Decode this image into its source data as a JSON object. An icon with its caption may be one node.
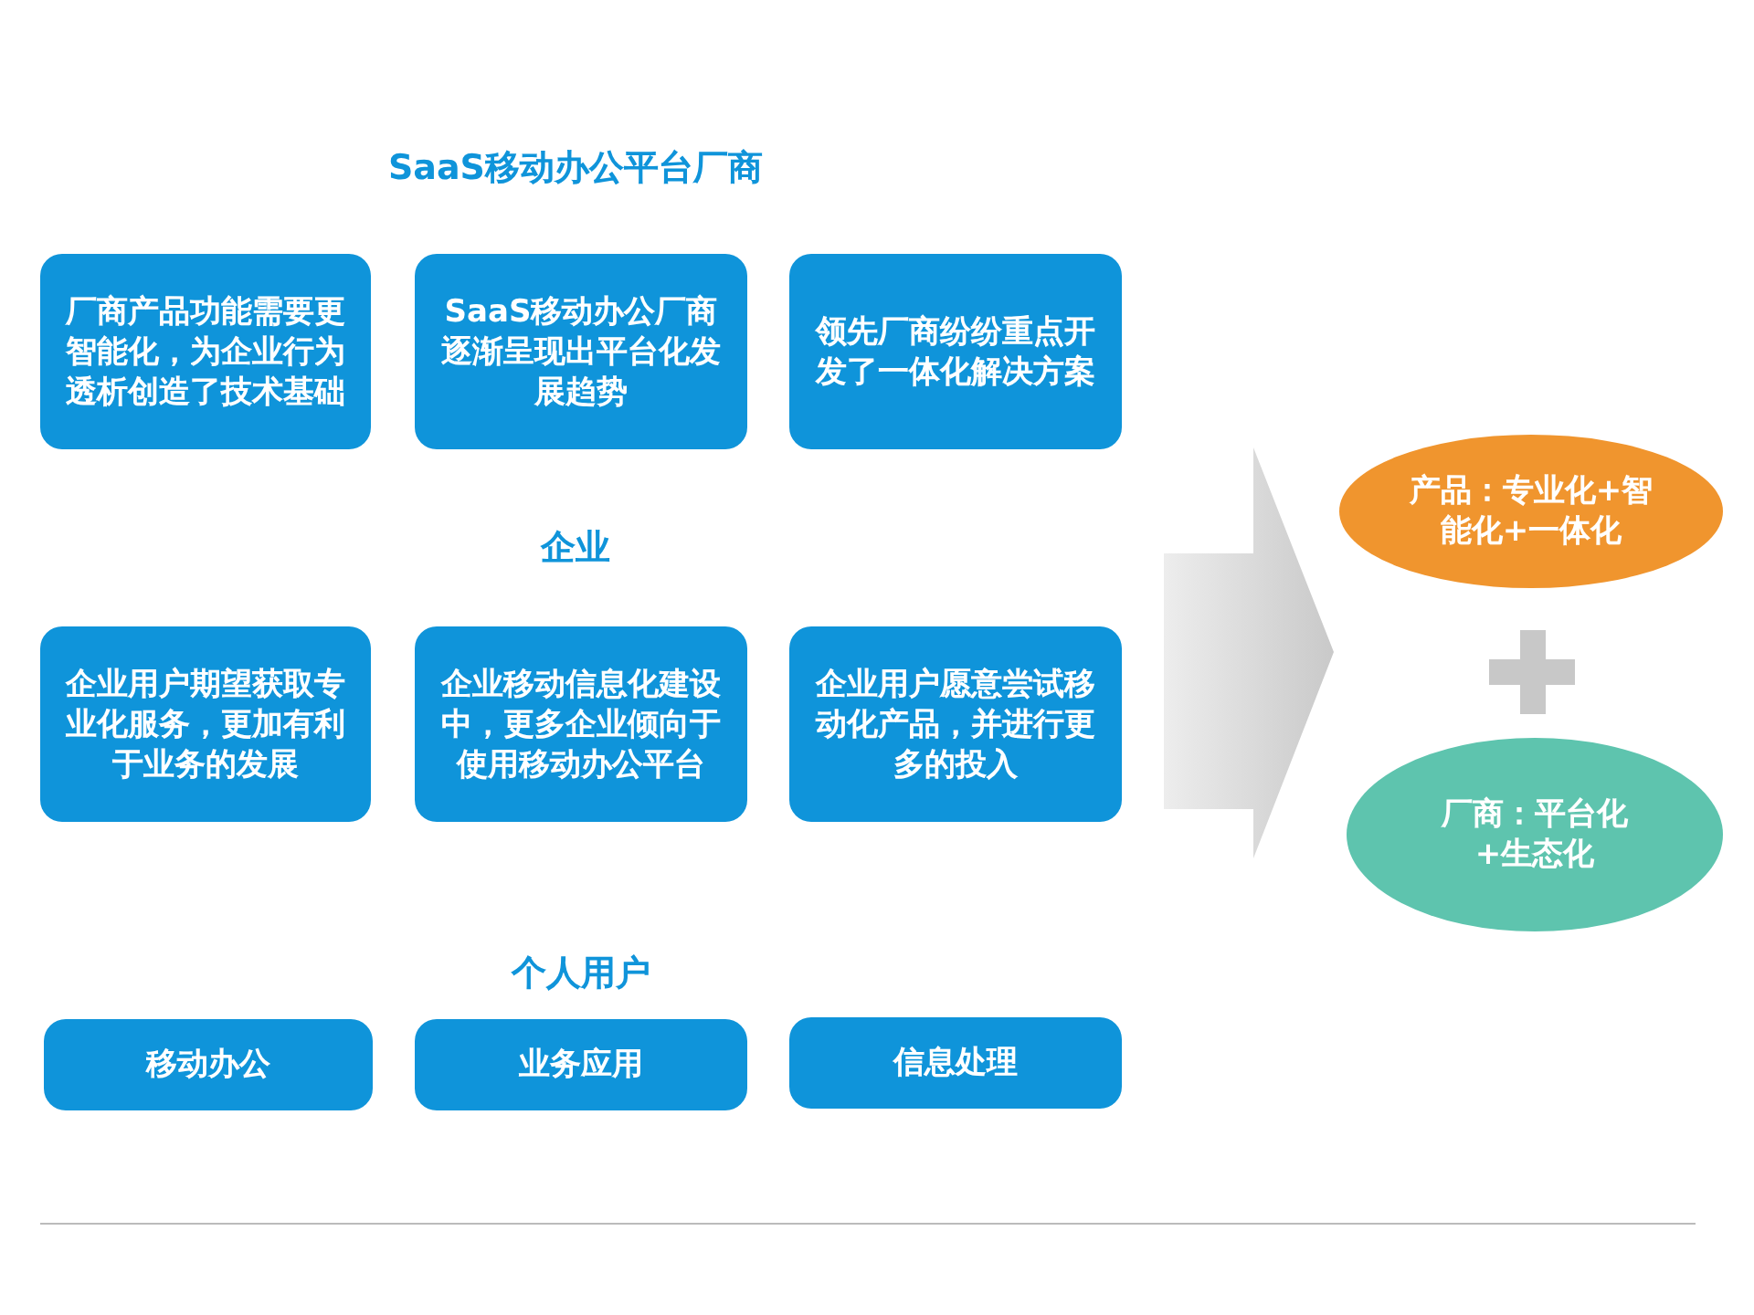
{
  "diagram": {
    "nodes": [
      {
        "text": [
          "厂商产品功能需要更智能化，为企业行为透析创造了技术基础"
        ]
      },
      {
        "text": [
          "SaaS移动办公厂商逐渐呈现出平台化发展趋势"
        ]
      },
      {
        "text": [
          "领先厂商纷纷重点开发了一体化解决方案"
        ]
      },
      {
        "text": [
          "企业用户期望获取专业化服务，更加有利于业务的发展"
        ]
      },
      {
        "text": [
          "企业移动信息化建设中，更多企业倾向于使用移动办公平台"
        ]
      },
      {
        "text": [
          "企业用户愿意尝试移动化产品，并进行更多的投入"
        ]
      },
      {
        "text": [
          "移动办公"
        ]
      },
      {
        "text": [
          "业务应用"
        ]
      },
      {
        "text": [
          "信息处理"
        ]
      },
      {
        "text": [
          "产品：专业化+智能化+一体化"
        ]
      },
      {
        "text": [
          "厂商：平台化+生态化"
        ]
      }
    ],
    "labels": [
      "SaaS移动办公平台厂商",
      "企业",
      "个人用户"
    ]
  }
}
